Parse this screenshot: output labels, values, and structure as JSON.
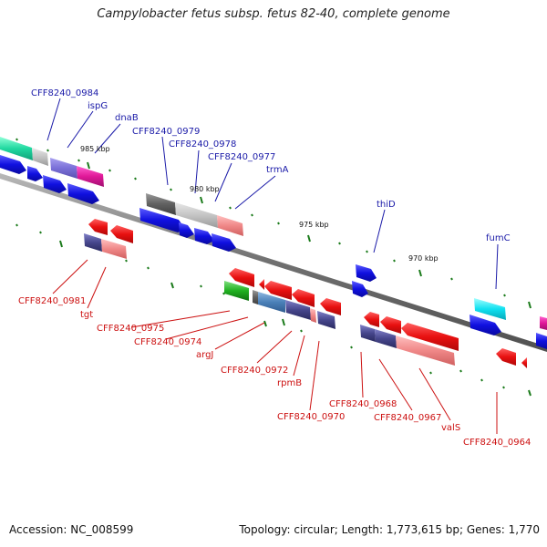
{
  "header": {
    "title": "Campylobacter fetus subsp. fetus 82-40, complete genome"
  },
  "footer": {
    "accession": "Accession: NC_008599",
    "summary": "Topology: circular; Length: 1,773,615 bp; Genes: 1,770"
  },
  "scale": [
    "985 kbp",
    "980 kbp",
    "975 kbp",
    "970 kbp"
  ],
  "labels_top": [
    "CFF8240_0984",
    "ispG",
    "dnaB",
    "CFF8240_0979",
    "CFF8240_0978",
    "CFF8240_0977",
    "trmA",
    "thiD",
    "fumC"
  ],
  "labels_bottom": [
    "CFF8240_0981",
    "tgt",
    "CFF8240_0975",
    "CFF8240_0974",
    "argJ",
    "CFF8240_0972",
    "rpmB",
    "CFF8240_0970",
    "CFF8240_0968",
    "CFF8240_0967",
    "valS",
    "CFF8240_0964"
  ],
  "colors": {
    "forward": "#1010e0",
    "reverse": "#e81010",
    "rrna_teal": "#20d8a0",
    "cyan": "#10e0f0",
    "green": "#20b020",
    "backbone": "#777777"
  }
}
